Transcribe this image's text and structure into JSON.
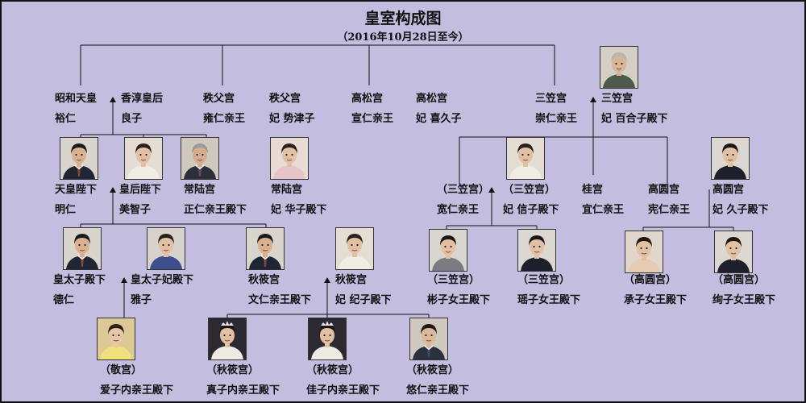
{
  "title": "皇室构成图",
  "subtitle": "（2016年10月28日至今）",
  "people": [
    {
      "id": "showa",
      "lines": [
        "昭和天皇",
        "裕仁"
      ]
    },
    {
      "id": "kojun",
      "lines": [
        "香淳皇后",
        "良子"
      ]
    },
    {
      "id": "chichibu",
      "lines": [
        "秩父宫",
        "雍仁亲王"
      ]
    },
    {
      "id": "chichibu_w",
      "lines": [
        "秩父宫",
        "妃 势津子"
      ]
    },
    {
      "id": "takamatsu",
      "lines": [
        "高松宫",
        "宣仁亲王"
      ]
    },
    {
      "id": "takamatsu_w",
      "lines": [
        "高松宫",
        "妃 喜久子"
      ]
    },
    {
      "id": "mikasa",
      "lines": [
        "三笠宫",
        "崇仁亲王"
      ]
    },
    {
      "id": "mikasa_w",
      "lines": [
        "三笠宫",
        "妃 百合子殿下"
      ]
    },
    {
      "id": "emperor",
      "lines": [
        "天皇陛下",
        "明仁"
      ]
    },
    {
      "id": "empress",
      "lines": [
        "皇后陛下",
        "美智子"
      ]
    },
    {
      "id": "hitachi",
      "lines": [
        "常陆宫",
        "正仁亲王殿下"
      ]
    },
    {
      "id": "hitachi_w",
      "lines": [
        "常陆宫",
        "妃 华子殿下"
      ]
    },
    {
      "id": "tomohito",
      "lines": [
        "（三笠宫）",
        "宽仁亲王"
      ]
    },
    {
      "id": "tomohito_w",
      "lines": [
        "（三笠宫）",
        "妃 信子殿下"
      ]
    },
    {
      "id": "katsura",
      "lines": [
        "桂宫",
        "宜仁亲王"
      ]
    },
    {
      "id": "takamado",
      "lines": [
        "高圆宫",
        "宪仁亲王"
      ]
    },
    {
      "id": "takamado_w",
      "lines": [
        "高圆宫",
        "妃 久子殿下"
      ]
    },
    {
      "id": "crownprince",
      "lines": [
        "皇太子殿下",
        "德仁"
      ]
    },
    {
      "id": "crownprincess",
      "lines": [
        "皇太子妃殿下",
        "雅子"
      ]
    },
    {
      "id": "akishino",
      "lines": [
        "秋筱宫",
        "文仁亲王殿下"
      ]
    },
    {
      "id": "akishino_w",
      "lines": [
        "秋筱宫",
        "妃 纪子殿下"
      ]
    },
    {
      "id": "akiko",
      "lines": [
        "（三笠宫）",
        "彬子女王殿下"
      ]
    },
    {
      "id": "yoko",
      "lines": [
        "（三笠宫）",
        "瑶子女王殿下"
      ]
    },
    {
      "id": "tsuguko",
      "lines": [
        "（高圆宫）",
        "承子女王殿下"
      ]
    },
    {
      "id": "ayako",
      "lines": [
        "（高圆宫）",
        "绚子女王殿下"
      ]
    },
    {
      "id": "aiko",
      "lines": [
        "（敬宫）",
        "爱子内亲王殿下"
      ]
    },
    {
      "id": "mako",
      "lines": [
        "（秋筱宫）",
        "真子内亲王殿下"
      ]
    },
    {
      "id": "kako",
      "lines": [
        "（秋筱宫）",
        "佳子内亲王殿下"
      ]
    },
    {
      "id": "hisahito",
      "lines": [
        "（秋筱宫）",
        "悠仁亲王殿下"
      ]
    }
  ],
  "photos": [
    {
      "id": "mikasa_w",
      "kind": "elder-woman"
    },
    {
      "id": "emperor",
      "kind": "man-suit"
    },
    {
      "id": "empress",
      "kind": "woman-light"
    },
    {
      "id": "hitachi",
      "kind": "elder-man"
    },
    {
      "id": "hitachi_w",
      "kind": "woman-pink"
    },
    {
      "id": "tomohito_w",
      "kind": "woman-light"
    },
    {
      "id": "takamado_w",
      "kind": "woman-dark"
    },
    {
      "id": "crownprince",
      "kind": "man-suit"
    },
    {
      "id": "crownprincess",
      "kind": "woman-blue"
    },
    {
      "id": "akishino",
      "kind": "man-suit"
    },
    {
      "id": "akishino_w",
      "kind": "woman-light"
    },
    {
      "id": "akiko",
      "kind": "woman-gray"
    },
    {
      "id": "yoko",
      "kind": "woman-dark"
    },
    {
      "id": "tsuguko",
      "kind": "woman-kimono"
    },
    {
      "id": "ayako",
      "kind": "woman-dark"
    },
    {
      "id": "aiko",
      "kind": "girl-yellow"
    },
    {
      "id": "mako",
      "kind": "woman-tiara"
    },
    {
      "id": "kako",
      "kind": "woman-tiara"
    },
    {
      "id": "hisahito",
      "kind": "boy-suit"
    }
  ]
}
